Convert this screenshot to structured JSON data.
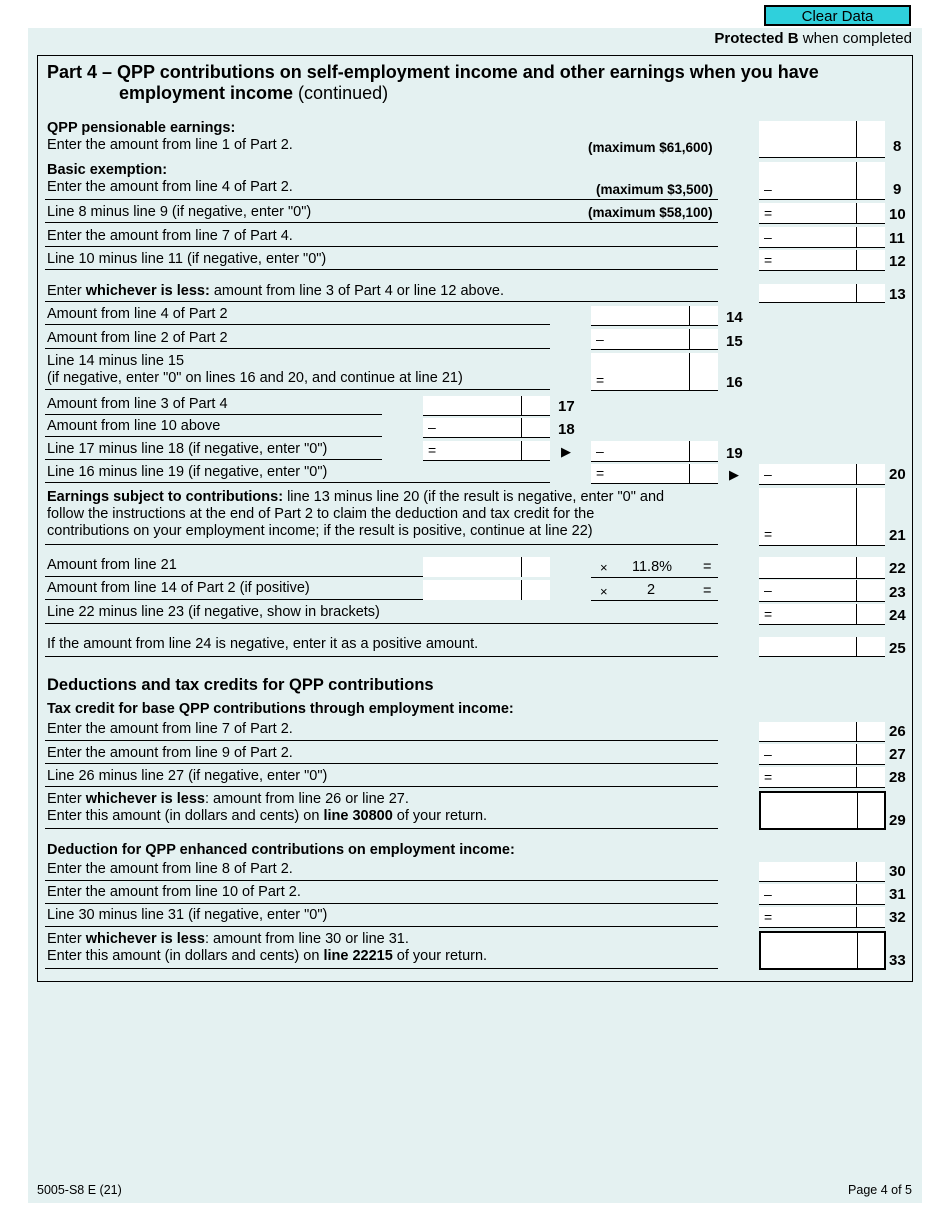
{
  "header": {
    "clear_button": "Clear Data",
    "protected_b": "Protected B",
    "protected_rest": " when completed"
  },
  "title": {
    "line1": "Part 4 – QPP contributions on self-employment income and other earnings when you have",
    "line2_bold": "employment income",
    "line2_rest": " (continued)"
  },
  "lines": {
    "l8_head": "QPP pensionable earnings:",
    "l8_text": "Enter the amount from line 1 of Part 2.",
    "l8_max": "(maximum $61,600)",
    "l9_head": "Basic exemption:",
    "l9_text": "Enter the amount from line 4 of Part 2.",
    "l9_max": "(maximum $3,500)",
    "l10_text": "Line 8 minus line 9 (if negative, enter \"0\")",
    "l10_max": "(maximum $58,100)",
    "l11_text": "Enter the amount from line 7 of Part 4.",
    "l12_text": "Line 10 minus line 11 (if negative, enter \"0\")",
    "l13_pre": "Enter ",
    "l13_bold": "whichever is less:",
    "l13_post": " amount from line 3 of Part 4 or line 12 above.",
    "l14_text": "Amount from line 4 of Part 2",
    "l15_text": "Amount from line 2 of Part 2",
    "l16_text1": "Line 14 minus line 15",
    "l16_text2": "(if negative, enter \"0\" on lines 16 and 20, and continue at line 21)",
    "l17_text": "Amount from line 3 of Part 4",
    "l18_text": "Amount from line 10 above",
    "l19_text": "Line 17 minus line 18 (if negative, enter \"0\")",
    "l20_text": "Line 16 minus line 19 (if negative, enter \"0\")",
    "l21_bold": "Earnings subject to contributions:",
    "l21_text1": " line 13 minus line 20 (if the result is negative, enter \"0\" and",
    "l21_text2": "follow the instructions at the end of Part 2 to claim the deduction and tax credit for the",
    "l21_text3": "contributions on your employment income; if the result is positive, continue at line 22)",
    "l22_text": "Amount from line 21",
    "l22_rate": "11.8%",
    "l23_text": "Amount from line 14 of Part 2 (if positive)",
    "l23_factor": "2",
    "l24_text": "Line 22 minus line 23 (if negative, show in brackets)",
    "l25_text": "If the amount from line 24 is negative, enter it as a positive amount."
  },
  "deductions": {
    "heading": "Deductions and tax credits for QPP contributions",
    "base_head": "Tax credit for base QPP contributions through employment income:",
    "l26_text": "Enter the amount from line 7 of Part 2.",
    "l27_text": "Enter the amount from line 9 of Part 2.",
    "l28_text": "Line 26 minus line 27 (if negative, enter \"0\")",
    "l29_pre": "Enter ",
    "l29_bold": "whichever is less",
    "l29_post": ": amount from line 26 or line 27.",
    "l29_text2_pre": "Enter this amount (in dollars and cents) on ",
    "l29_text2_bold": "line 30800",
    "l29_text2_post": " of your return.",
    "enh_head": "Deduction for QPP enhanced contributions on employment income:",
    "l30_text": "Enter the amount from line 8 of Part 2.",
    "l31_text": "Enter the amount from line 10 of Part 2.",
    "l32_text": "Line 30 minus line 31 (if negative, enter \"0\")",
    "l33_pre": "Enter ",
    "l33_bold": "whichever is less",
    "l33_post": ": amount from line 30 or line 31.",
    "l33_text2_pre": "Enter this amount (in dollars and cents) on ",
    "l33_text2_bold": "line 22215",
    "l33_text2_post": " of your return."
  },
  "numbers": [
    "8",
    "9",
    "10",
    "11",
    "12",
    "13",
    "14",
    "15",
    "16",
    "17",
    "18",
    "19",
    "20",
    "21",
    "22",
    "23",
    "24",
    "25",
    "26",
    "27",
    "28",
    "29",
    "30",
    "31",
    "32",
    "33"
  ],
  "symbols": {
    "minus": "–",
    "equals": "=",
    "times": "×",
    "arrow": "▶"
  },
  "footer": {
    "form_id": "5005-S8 E (21)",
    "page": "Page 4 of 5"
  }
}
